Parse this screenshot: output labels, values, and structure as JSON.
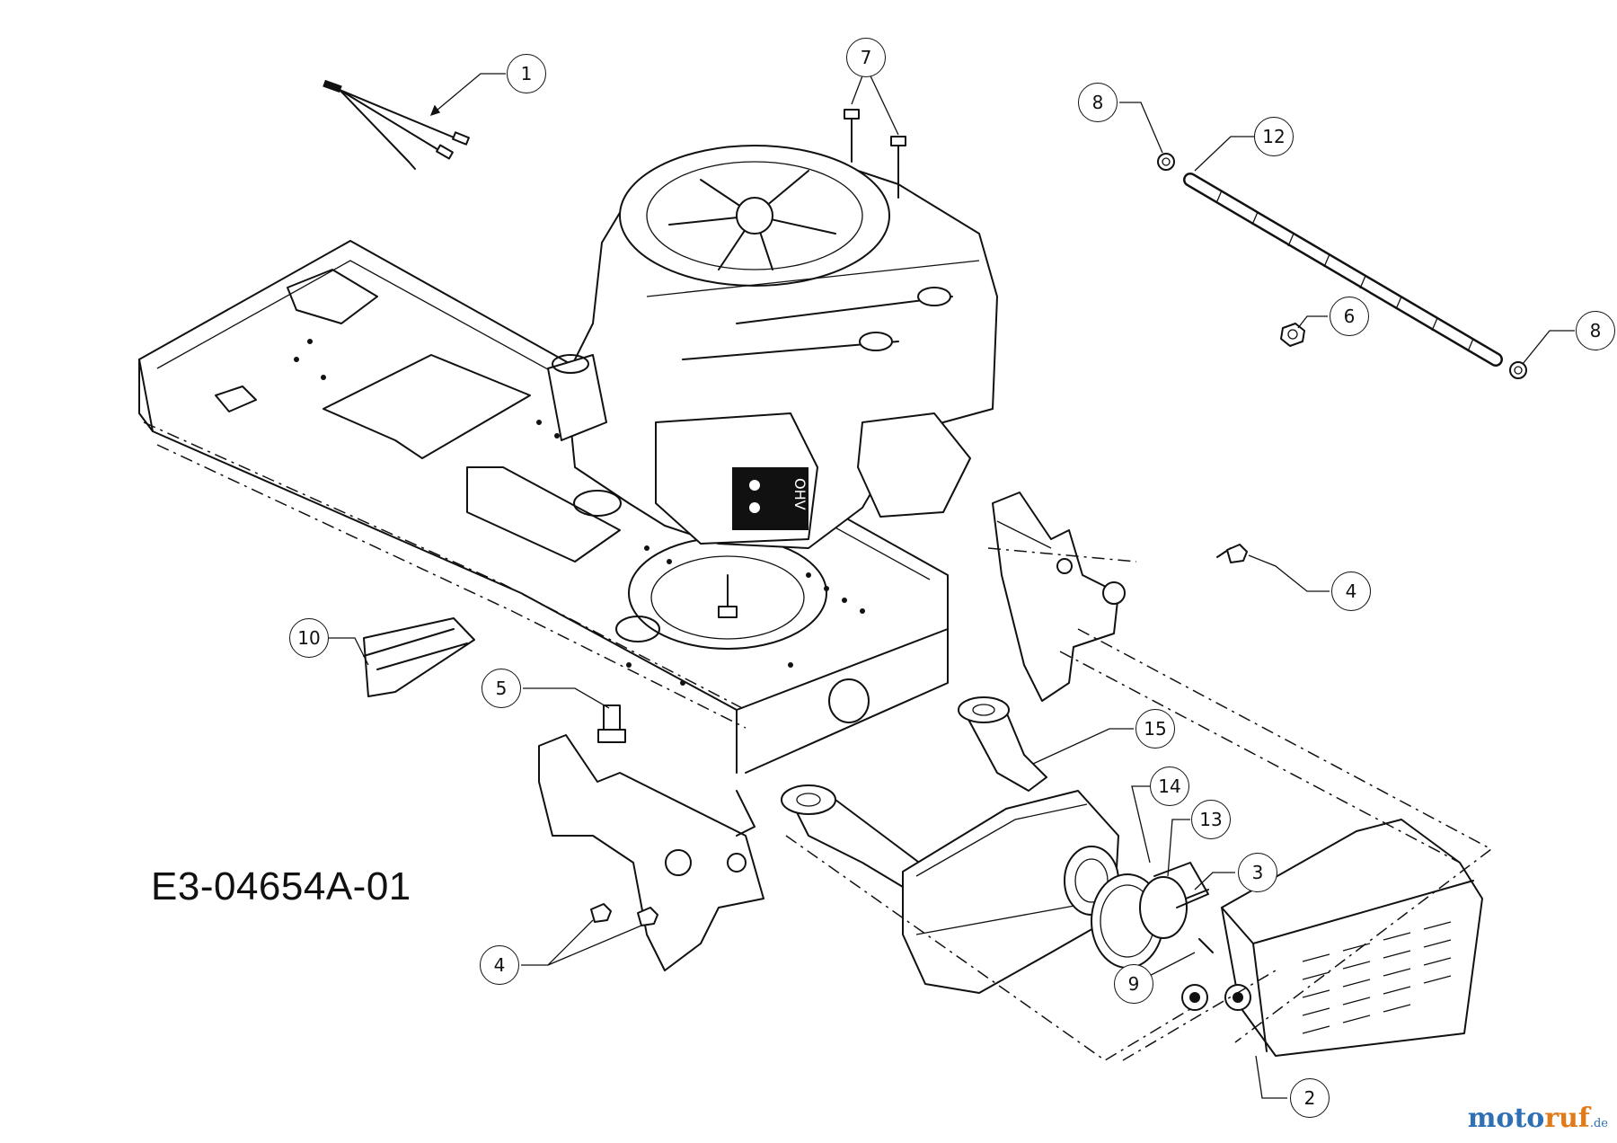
{
  "drawing_code": "E3-04654A-01",
  "watermark": {
    "part1": "moto",
    "part2": "ruf",
    "part3": ".de"
  },
  "engine_badge": "OHV",
  "callouts": [
    {
      "id": "c1",
      "number": "1"
    },
    {
      "id": "c7",
      "number": "7"
    },
    {
      "id": "c8a",
      "number": "8"
    },
    {
      "id": "c12",
      "number": "12"
    },
    {
      "id": "c6",
      "number": "6"
    },
    {
      "id": "c8b",
      "number": "8"
    },
    {
      "id": "c4a",
      "number": "4"
    },
    {
      "id": "c10",
      "number": "10"
    },
    {
      "id": "c5",
      "number": "5"
    },
    {
      "id": "c15",
      "number": "15"
    },
    {
      "id": "c14",
      "number": "14"
    },
    {
      "id": "c13",
      "number": "13"
    },
    {
      "id": "c3",
      "number": "3"
    },
    {
      "id": "c9",
      "number": "9"
    },
    {
      "id": "c4b",
      "number": "4"
    },
    {
      "id": "c2",
      "number": "2"
    }
  ]
}
